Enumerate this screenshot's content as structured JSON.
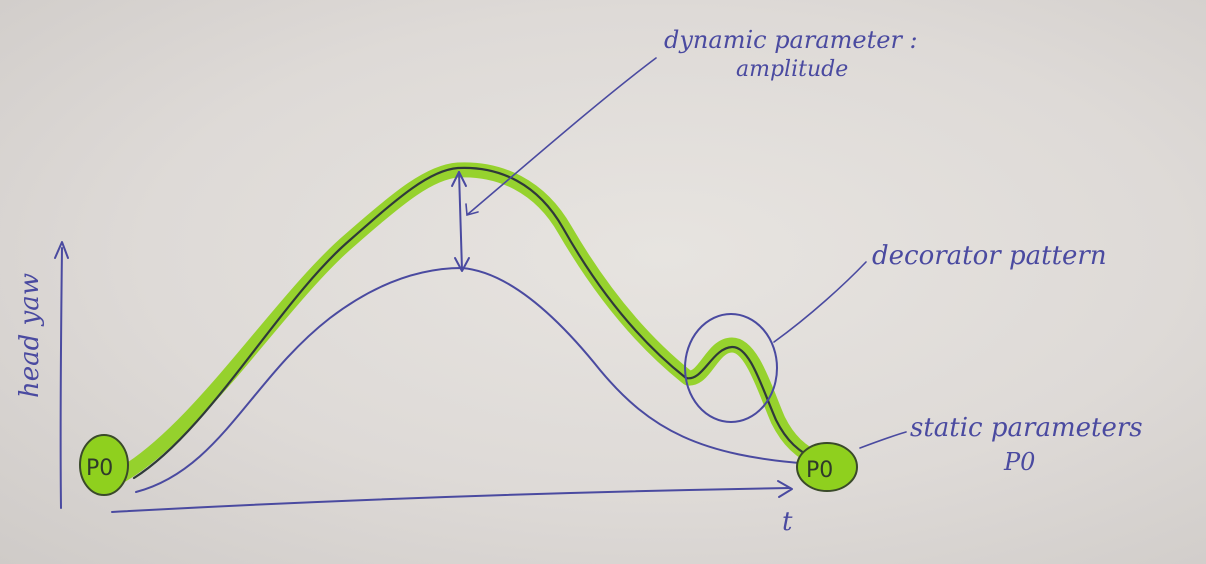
{
  "labels": {
    "y_axis": "head yaw",
    "x_axis": "t",
    "dynamic_title": "dynamic parameter :",
    "dynamic_sub": "amplitude",
    "decorator": "decorator pattern",
    "static_title": "static parameters",
    "static_sub": "P0",
    "start_node": "P0",
    "end_node": "P0"
  },
  "colors": {
    "ink": "#4a4aa0",
    "highlight": "#8fd01e",
    "dark_curve": "#2f3a3a",
    "paper": "#e4e1de"
  }
}
